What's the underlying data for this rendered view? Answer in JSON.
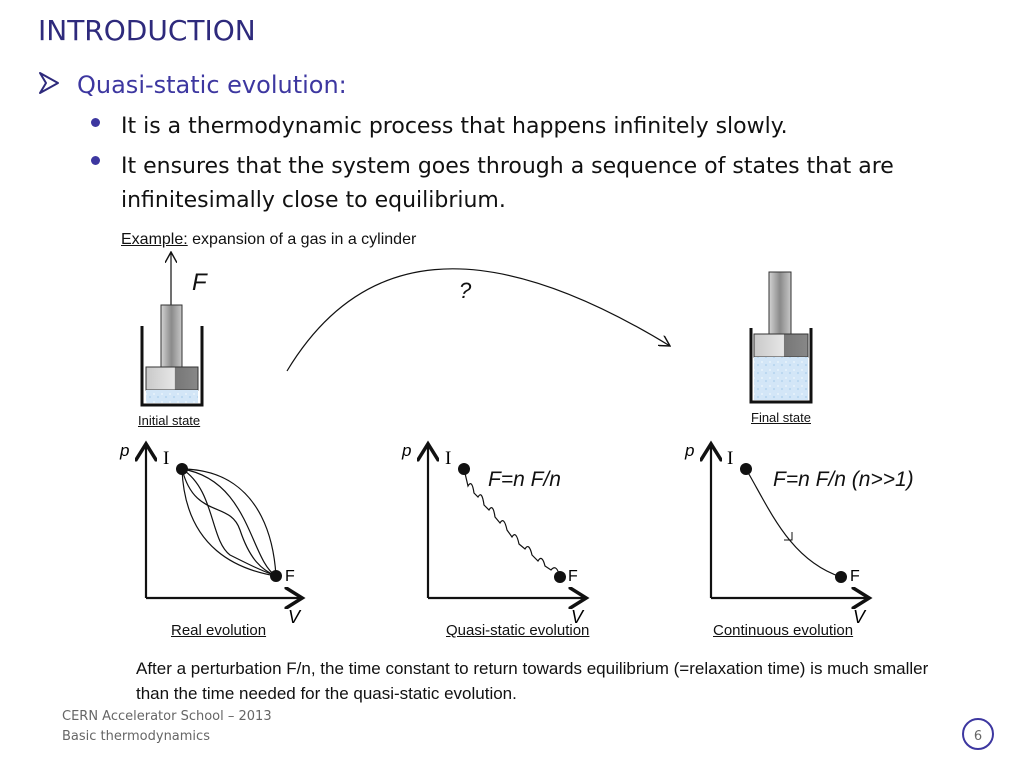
{
  "slide": {
    "title": "INTRODUCTION",
    "section": "Quasi-static evolution:",
    "bullets": [
      "It is a thermodynamic process that happens infinitely slowly.",
      "It ensures that the system goes through a sequence of states that are infinitesimally close to equilibrium."
    ]
  },
  "example": {
    "label": "Example:",
    "text": " expansion of a gas in a cylinder"
  },
  "cylinders": {
    "force_label": "F",
    "question": "?",
    "initial_caption": "Initial state",
    "final_caption": "Final state"
  },
  "graphs": [
    {
      "ylabel": "p",
      "xlabel": "V",
      "start_label": "I",
      "end_label": "F",
      "caption": "Real evolution",
      "equation": ""
    },
    {
      "ylabel": "p",
      "xlabel": "V",
      "start_label": "I",
      "end_label": "F",
      "caption": "Quasi-static evolution",
      "equation": "F=n F/n"
    },
    {
      "ylabel": "p",
      "xlabel": "V",
      "start_label": "I",
      "end_label": "F",
      "caption": "Continuous evolution",
      "equation": "F=n F/n (n>>1)"
    }
  ],
  "note": "After a perturbation F/n, the time constant to return towards equilibrium (=relaxation time) is much smaller than the time needed for the quasi-static evolution.",
  "footer": {
    "line1": "CERN Accelerator School – 2013",
    "line2": "Basic thermodynamics"
  },
  "page_number": "6",
  "colors": {
    "title": "#2e2a7c",
    "accent": "#3d37a0",
    "gas": "#cfe3f5"
  }
}
